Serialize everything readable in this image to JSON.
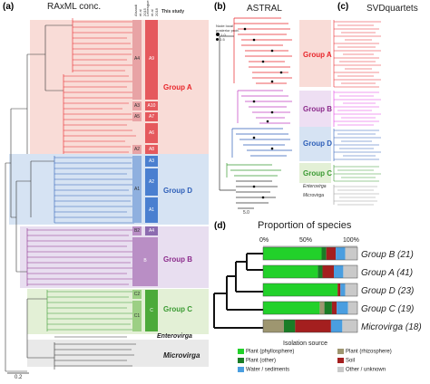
{
  "panel_a": {
    "label": "(a)",
    "title": "RAxML conc.",
    "col_headers": [
      "Alsaadi et al 2015",
      "Lebesgue et al 2018",
      "This study"
    ],
    "groups": [
      {
        "name": "Group A",
        "color": "#e8262b",
        "bg": "#f9dcd7",
        "col1": [
          "A4",
          "A3",
          "A5",
          "A2"
        ],
        "col2": [
          "A9",
          "A10",
          "A7",
          "A6",
          "A8"
        ]
      },
      {
        "name": "Group D",
        "color": "#2e5fb8",
        "bg": "#d6e3f3",
        "col1": [
          "A1"
        ],
        "col2": [
          "A3",
          "A2",
          "A1"
        ]
      },
      {
        "name": "Group B",
        "color": "#8c2c8c",
        "bg": "#e8def0",
        "col1": [
          "B2",
          "B"
        ],
        "col2": [
          "A4"
        ]
      },
      {
        "name": "Group C",
        "color": "#3a9a32",
        "bg": "#e3f0d6",
        "col1": [
          "C2",
          "C1"
        ],
        "col2": [
          "C"
        ]
      },
      {
        "name": "Enterovirga",
        "color": "#222222",
        "bg": "#ffffff"
      },
      {
        "name": "Microvirga",
        "color": "#222222",
        "bg": "#e9e9e9"
      }
    ],
    "scale": "0.2"
  },
  "panel_b": {
    "label": "(b)",
    "title": "ASTRAL",
    "legend": [
      "Node local",
      "posterior prob.",
      "1.0",
      "0.5"
    ],
    "groups": [
      "Group A",
      "Group B",
      "Group D",
      "Group C",
      "Enterovirga",
      "Microvirga"
    ],
    "scale": "5.0"
  },
  "panel_c": {
    "label": "(c)",
    "title": "SVDquartets"
  },
  "panel_d": {
    "label": "(d)",
    "title": "Proportion of species",
    "ticks": [
      "0%",
      "50%",
      "100%"
    ],
    "legend_title": "Isolation source",
    "legend": [
      {
        "label": "Plant (phyllosphere)",
        "color": "#22d12a"
      },
      {
        "label": "Plant (rhizosphere)",
        "color": "#9e9670"
      },
      {
        "label": "Plant (other)",
        "color": "#1a7d26"
      },
      {
        "label": "Soil",
        "color": "#a41f1f"
      },
      {
        "label": "Water / sediments",
        "color": "#4a9ee0"
      },
      {
        "label": "Other / unknown",
        "color": "#c9c9c9"
      }
    ],
    "colors": [
      "#22d12a",
      "#9e9670",
      "#1a7d26",
      "#a41f1f",
      "#4a9ee0",
      "#c9c9c9"
    ],
    "chart_data": {
      "type": "bar",
      "orientation": "horizontal-stacked",
      "title": "Proportion of species",
      "categories": [
        "Group B (21)",
        "Group A (41)",
        "Group D (23)",
        "Group C (19)",
        "Microvirga (18)"
      ],
      "xlim": [
        0,
        100
      ],
      "series": [
        {
          "name": "Plant (phyllosphere)",
          "values": [
            62,
            58,
            79,
            60,
            0
          ]
        },
        {
          "name": "Plant (rhizosphere)",
          "values": [
            0,
            0,
            0,
            5,
            22
          ]
        },
        {
          "name": "Plant (other)",
          "values": [
            5,
            5,
            0,
            8,
            12
          ]
        },
        {
          "name": "Soil",
          "values": [
            10,
            12,
            3,
            5,
            38
          ]
        },
        {
          "name": "Water / sediments",
          "values": [
            10,
            10,
            5,
            12,
            12
          ]
        },
        {
          "name": "Other / unknown",
          "values": [
            13,
            15,
            13,
            10,
            16
          ]
        }
      ]
    }
  }
}
